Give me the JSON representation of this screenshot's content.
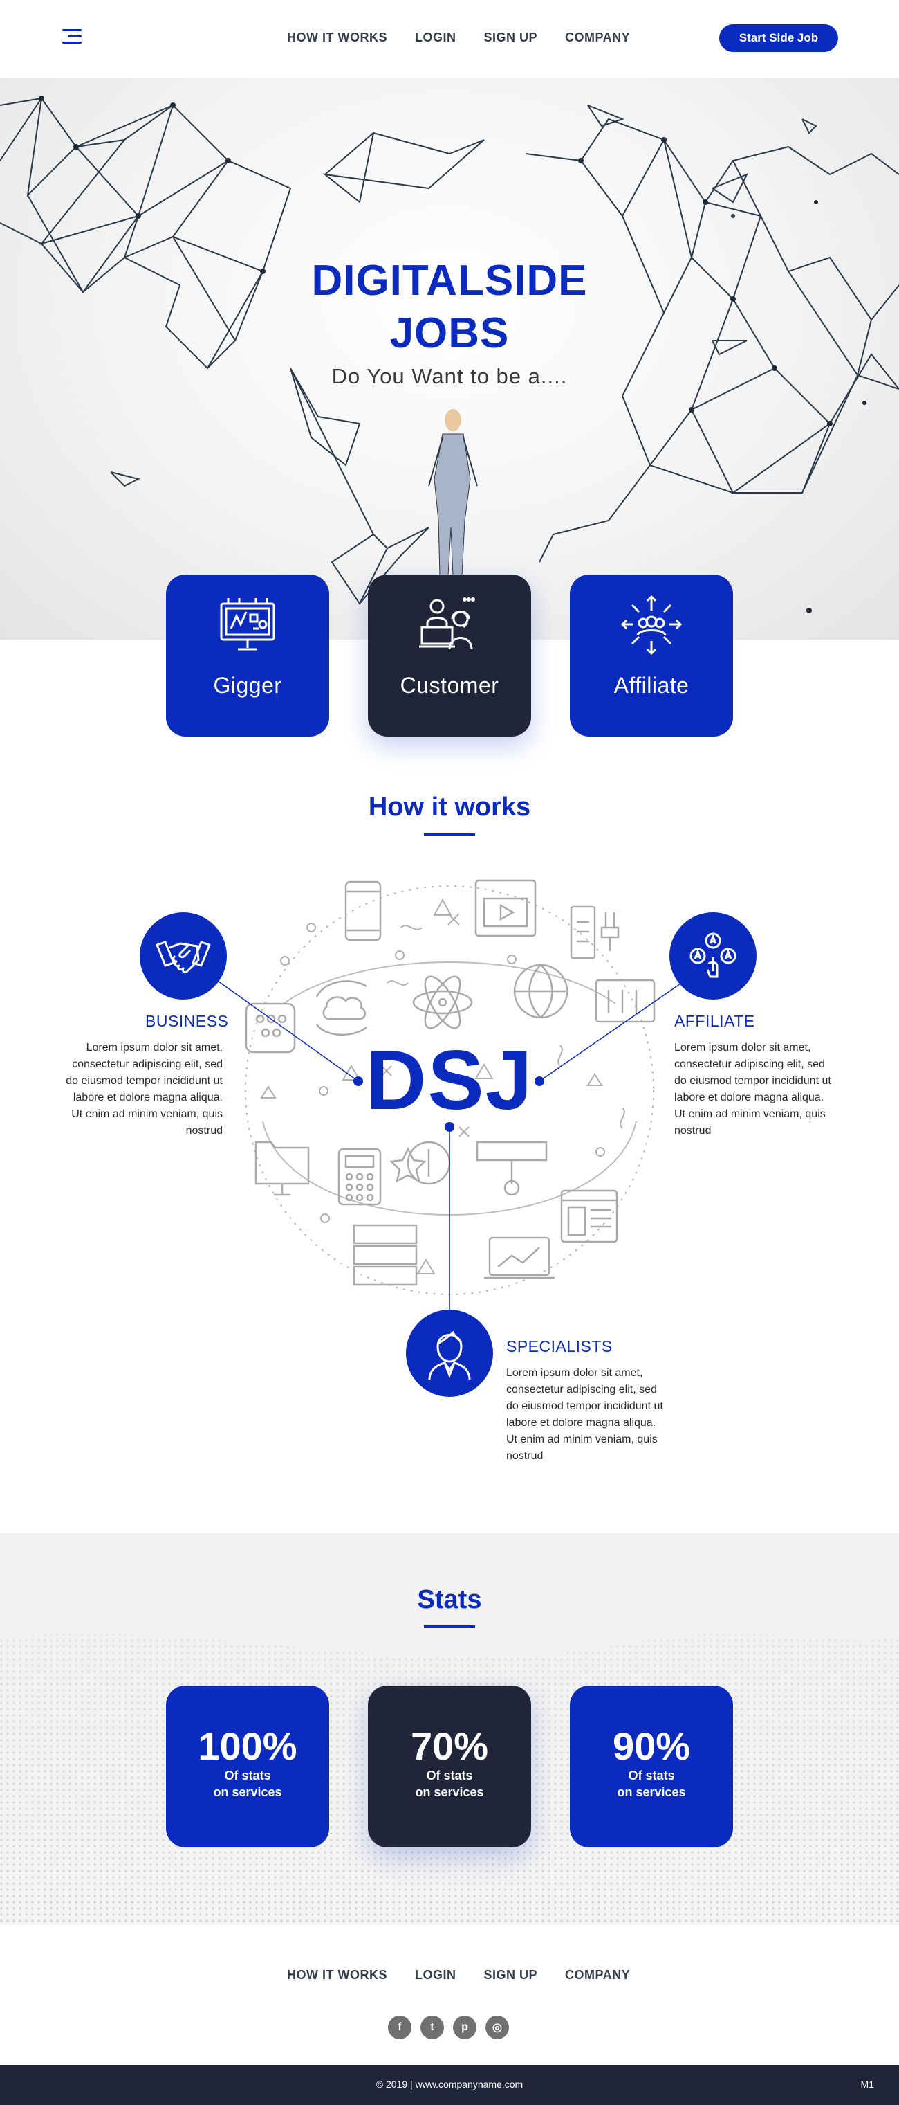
{
  "nav": {
    "links": [
      "HOW IT WORKS",
      "LOGIN",
      "SIGN UP",
      "COMPANY"
    ],
    "cta_label": "Start Side Job"
  },
  "hero": {
    "title_line1": "DIGITALSIDE",
    "title_line2": "JOBS",
    "subtitle": "Do You Want to be a...."
  },
  "roles": [
    {
      "label": "Gigger",
      "icon": "billboard-icon"
    },
    {
      "label": "Customer",
      "icon": "customer-support-icon"
    },
    {
      "label": "Affiliate",
      "icon": "network-people-icon"
    }
  ],
  "how": {
    "title": "How it works",
    "center_label": "DSJ",
    "business": {
      "title": "BUSINESS",
      "text": "Lorem ipsum dolor sit amet, consectetur adipiscing elit, sed do eiusmod tempor incididunt ut labore et dolore magna aliqua. Ut enim ad minim veniam, quis nostrud"
    },
    "affiliate": {
      "title": "AFFILIATE",
      "text": "Lorem ipsum dolor sit amet, consectetur adipiscing elit, sed do eiusmod tempor incididunt ut labore et dolore magna aliqua. Ut enim ad minim veniam, quis nostrud"
    },
    "specialists": {
      "title": "SPECIALISTS",
      "text": "Lorem ipsum dolor sit amet, consectetur adipiscing elit, sed do eiusmod tempor incididunt ut labore et dolore magna aliqua. Ut enim ad minim veniam, quis nostrud"
    }
  },
  "stats": {
    "title": "Stats",
    "items": [
      {
        "value": "100%",
        "line1": "Of stats",
        "line2": "on services"
      },
      {
        "value": "70%",
        "line1": "Of stats",
        "line2": "on services"
      },
      {
        "value": "90%",
        "line1": "Of stats",
        "line2": "on services"
      }
    ]
  },
  "footer": {
    "links": [
      "HOW IT WORKS",
      "LOGIN",
      "SIGN UP",
      "COMPANY"
    ],
    "social": [
      {
        "icon": "facebook-icon",
        "glyph": "f"
      },
      {
        "icon": "twitter-icon",
        "glyph": "t"
      },
      {
        "icon": "pinterest-icon",
        "glyph": "p"
      },
      {
        "icon": "instagram-icon",
        "glyph": "◎"
      }
    ],
    "copyright": "© 2019 | www.companyname.com",
    "version": "M1"
  },
  "colors": {
    "brand_blue": "#0b2bbf",
    "dark_navy": "#21253a",
    "text_dark": "#333a4a"
  }
}
